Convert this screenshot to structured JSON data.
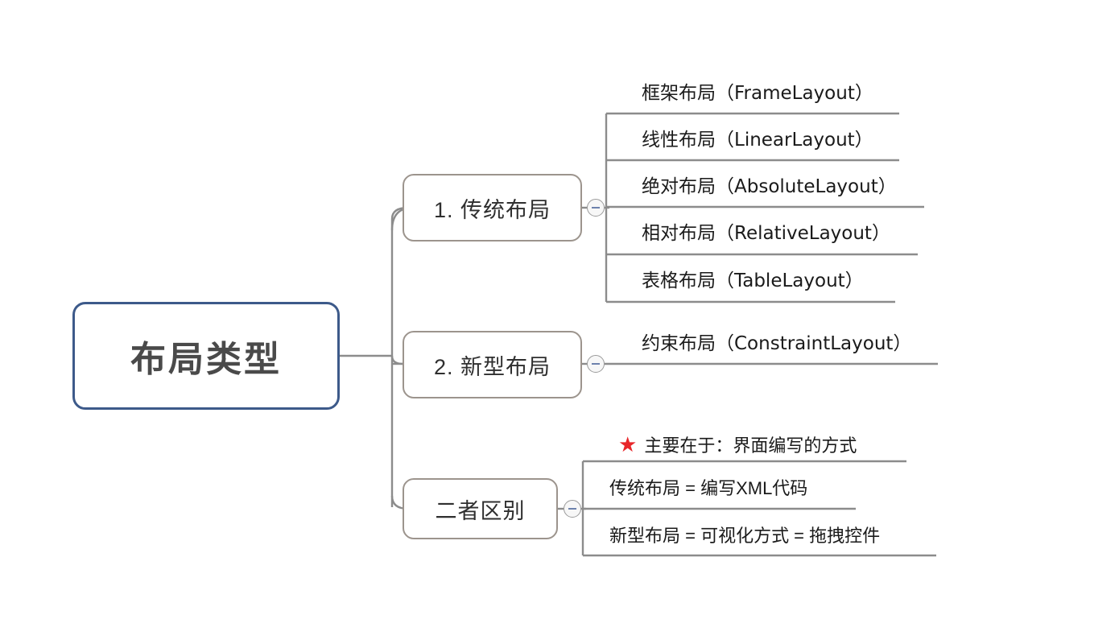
{
  "diagram": {
    "title": "布局类型",
    "type": "mind-map",
    "root": {
      "label": "布局类型",
      "border_color": "#3d5a8a",
      "text_color": "#4a4a4a"
    },
    "branches": [
      {
        "label": "1. 传统布局",
        "toggle": "collapse-minus",
        "children": [
          {
            "label": "框架布局（FrameLayout）"
          },
          {
            "label": "线性布局（LinearLayout）"
          },
          {
            "label": "绝对布局（AbsoluteLayout）"
          },
          {
            "label": "相对布局（RelativeLayout）"
          },
          {
            "label": "表格布局（TableLayout）"
          }
        ]
      },
      {
        "label": "2. 新型布局",
        "toggle": "collapse-minus",
        "children": [
          {
            "label": "约束布局（ConstraintLayout）"
          }
        ]
      },
      {
        "label": "二者区别",
        "toggle": "collapse-minus",
        "children": [
          {
            "label": "主要在于：界面编写的方式",
            "icon": "red-star"
          },
          {
            "label": "传统布局 = 编写XML代码"
          },
          {
            "label": "新型布局 = 可视化方式 = 拖拽控件"
          }
        ]
      }
    ],
    "colors": {
      "root_border": "#3d5a8a",
      "branch_border": "#9c948d",
      "connector": "#8c8c8c",
      "star": "#e8262a",
      "toggle_minus": "#6d82ad"
    }
  }
}
